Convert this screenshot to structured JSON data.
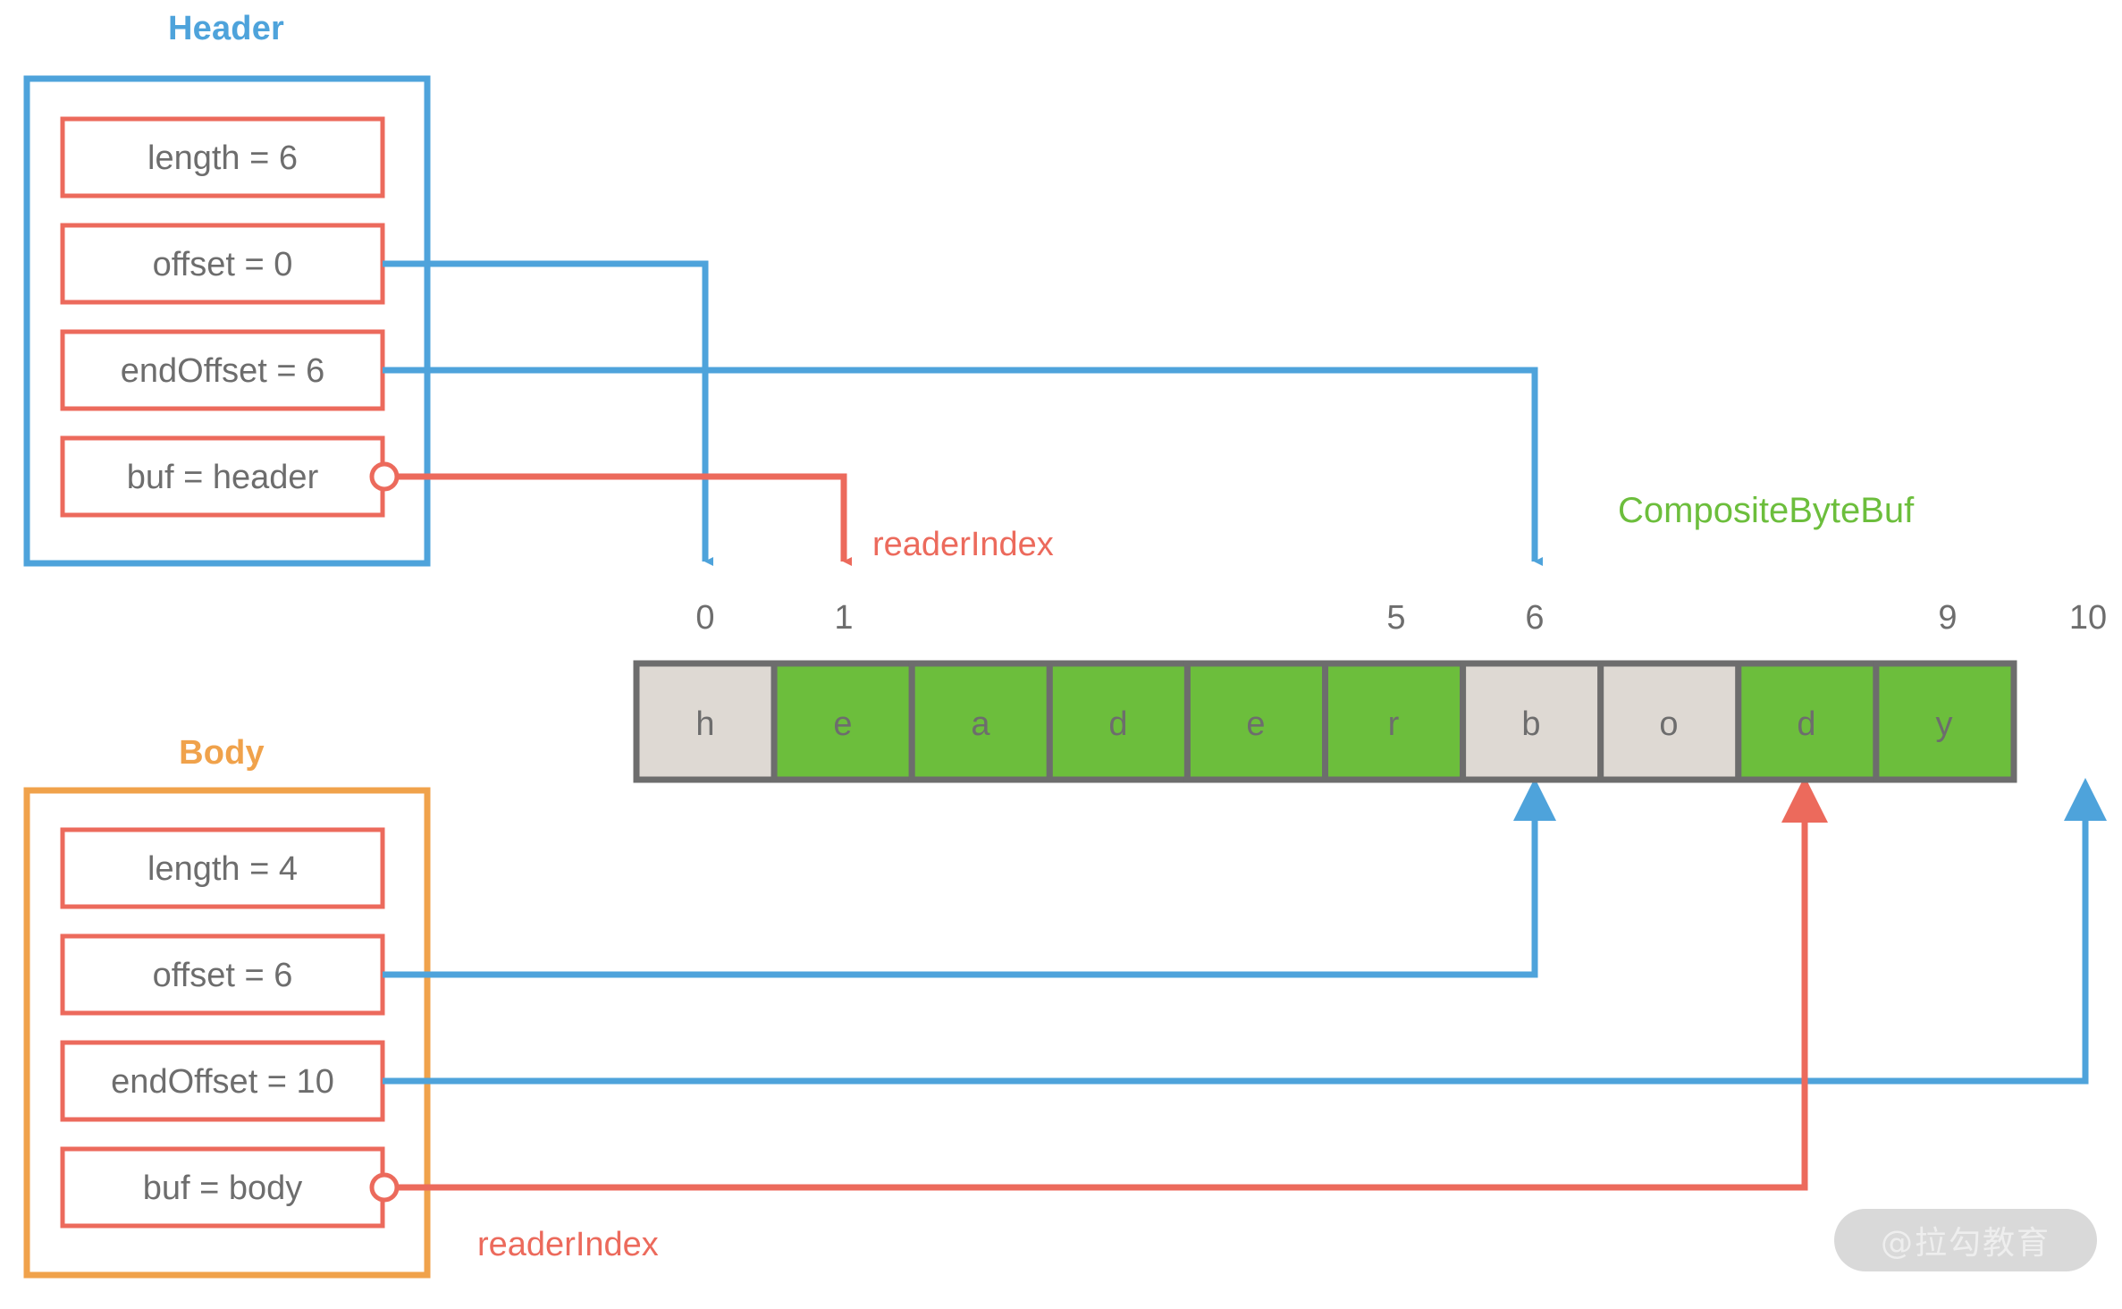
{
  "colors": {
    "blue": "#4ea3db",
    "red": "#ec6a5c",
    "orange": "#f0a24b",
    "green": "#6cbe3c",
    "grey_cell": "#ded9d3",
    "grey_border": "#6d6d6d",
    "text_grey": "#6d6d6d"
  },
  "header_group": {
    "title": "Header",
    "fields": [
      {
        "label": "length = 6"
      },
      {
        "label": "offset = 0"
      },
      {
        "label": "endOffset = 6"
      },
      {
        "label": "buf = header"
      }
    ]
  },
  "body_group": {
    "title": "Body",
    "fields": [
      {
        "label": "length = 4"
      },
      {
        "label": "offset = 6"
      },
      {
        "label": "endOffset = 10"
      },
      {
        "label": "buf = body"
      }
    ]
  },
  "composite": {
    "title": "CompositeByteBuf",
    "index_labels": [
      {
        "text": "0",
        "index": 0
      },
      {
        "text": "1",
        "index": 1
      },
      {
        "text": "5",
        "index": 5
      },
      {
        "text": "6",
        "index": 6
      },
      {
        "text": "9",
        "index": 9
      },
      {
        "text": "10",
        "index": 10
      }
    ],
    "cells": [
      {
        "char": "h",
        "fill": "grey"
      },
      {
        "char": "e",
        "fill": "green"
      },
      {
        "char": "a",
        "fill": "green"
      },
      {
        "char": "d",
        "fill": "green"
      },
      {
        "char": "e",
        "fill": "green"
      },
      {
        "char": "r",
        "fill": "green"
      },
      {
        "char": "b",
        "fill": "grey"
      },
      {
        "char": "o",
        "fill": "grey"
      },
      {
        "char": "d",
        "fill": "green"
      },
      {
        "char": "y",
        "fill": "green"
      }
    ]
  },
  "annotations": {
    "reader_index_top": "readerIndex",
    "reader_index_bottom": "readerIndex"
  },
  "watermark": {
    "text": "@拉勾教育"
  }
}
